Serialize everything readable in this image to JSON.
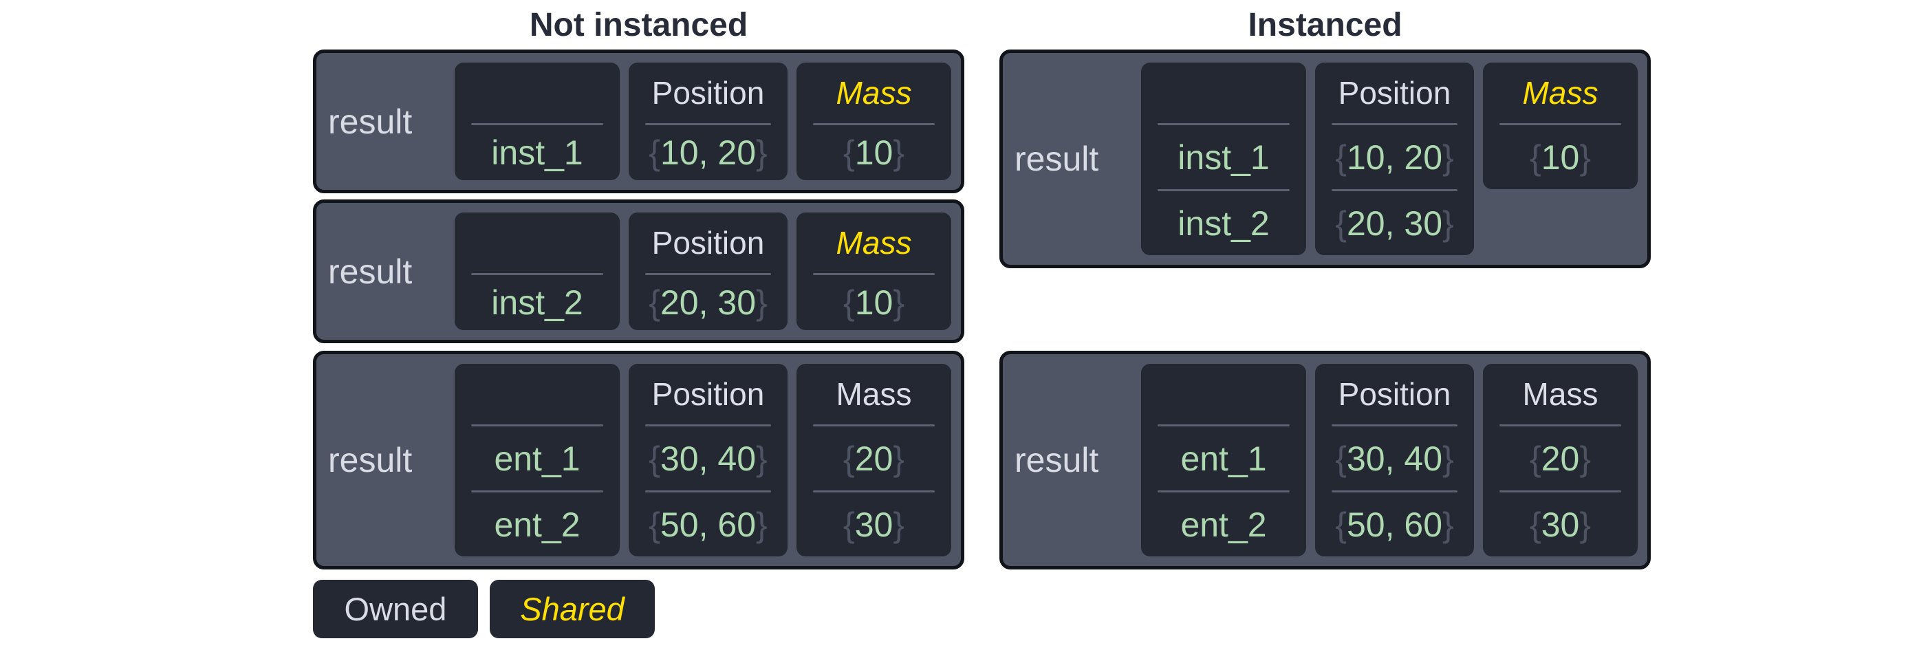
{
  "syntax": {
    "open_brace": "{",
    "close_brace": "}"
  },
  "columns": {
    "left": {
      "title": "Not instanced"
    },
    "right": {
      "title": "Instanced"
    }
  },
  "tables": {
    "ni1": {
      "label": "result",
      "entities": {
        "header": "",
        "rows": [
          "inst_1"
        ]
      },
      "position": {
        "header": "Position",
        "rows": [
          "10, 20"
        ]
      },
      "mass": {
        "header": "Mass",
        "shared": true,
        "rows": [
          "10"
        ]
      }
    },
    "ni2": {
      "label": "result",
      "entities": {
        "header": "",
        "rows": [
          "inst_2"
        ]
      },
      "position": {
        "header": "Position",
        "rows": [
          "20, 30"
        ]
      },
      "mass": {
        "header": "Mass",
        "shared": true,
        "rows": [
          "10"
        ]
      }
    },
    "ni3": {
      "label": "result",
      "entities": {
        "header": "",
        "rows": [
          "ent_1",
          "ent_2"
        ]
      },
      "position": {
        "header": "Position",
        "rows": [
          "30, 40",
          "50, 60"
        ]
      },
      "mass": {
        "header": "Mass",
        "shared": false,
        "rows": [
          "20",
          "30"
        ]
      }
    },
    "i1": {
      "label": "result",
      "entities": {
        "header": "",
        "rows": [
          "inst_1",
          "inst_2"
        ]
      },
      "position": {
        "header": "Position",
        "rows": [
          "10, 20",
          "20, 30"
        ]
      },
      "mass": {
        "header": "Mass",
        "shared": true,
        "rows": [
          "10"
        ]
      }
    },
    "i2": {
      "label": "result",
      "entities": {
        "header": "",
        "rows": [
          "ent_1",
          "ent_2"
        ]
      },
      "position": {
        "header": "Position",
        "rows": [
          "30, 40",
          "50, 60"
        ]
      },
      "mass": {
        "header": "Mass",
        "shared": false,
        "rows": [
          "20",
          "30"
        ]
      }
    }
  },
  "legend": {
    "owned": "Owned",
    "shared": "Shared"
  },
  "colors": {
    "title_text": "#272c38",
    "table_background": "#4f5565",
    "table_border": "#111419",
    "cell_background": "#232832",
    "header_text": "#dcdfe7",
    "shared_text": "#ffe000",
    "value_text": "#aed8b0",
    "brace_text": "#4d5363",
    "divider": "#5b6170",
    "label_text": "#d9dce4"
  }
}
